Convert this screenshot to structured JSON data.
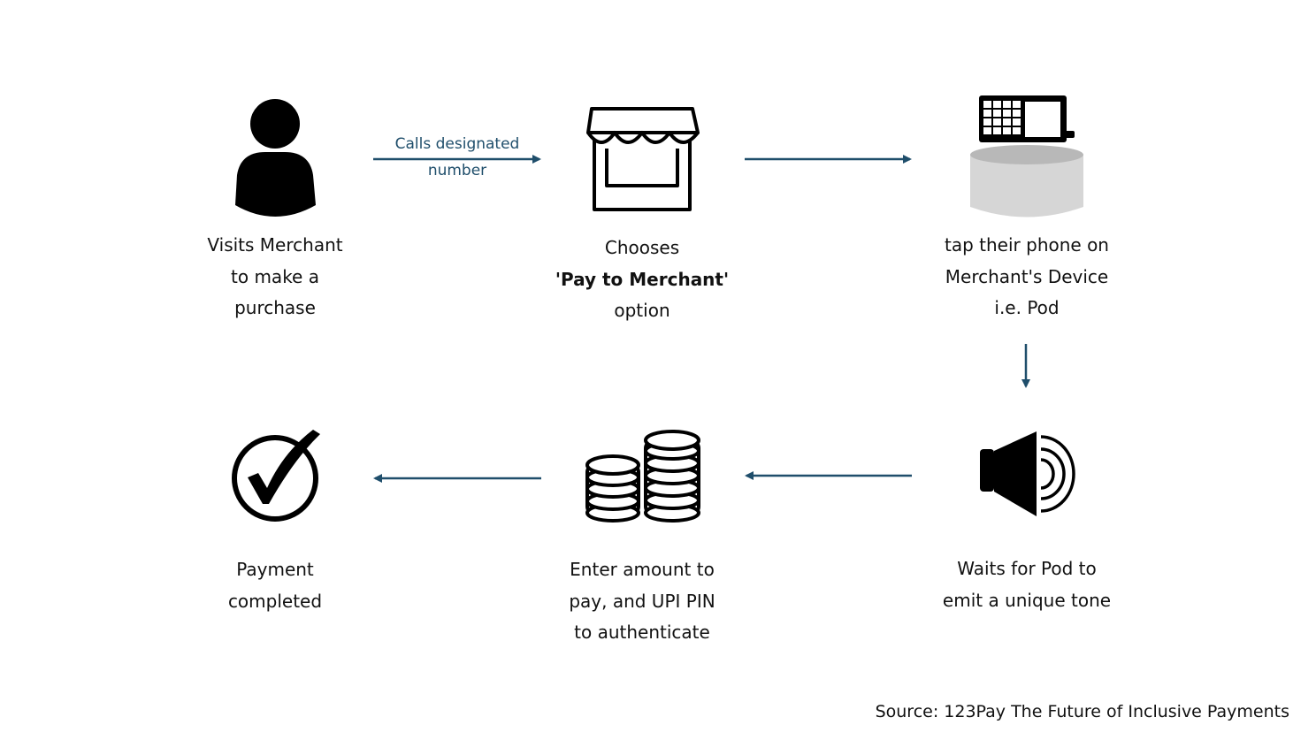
{
  "steps": [
    {
      "id": "visit",
      "icon": "person-icon",
      "lines": [
        "Visits Merchant",
        "to make a",
        "purchase"
      ]
    },
    {
      "id": "choose",
      "icon": "storefront-icon",
      "lines": [
        "Chooses",
        "'Pay to Merchant'",
        "option"
      ]
    },
    {
      "id": "tap",
      "icon": "pos-device-icon",
      "lines": [
        "tap their phone on",
        "Merchant's Device",
        "i.e. Pod"
      ]
    },
    {
      "id": "wait",
      "icon": "speaker-icon",
      "lines": [
        "Waits for Pod to",
        "emit a unique tone"
      ]
    },
    {
      "id": "enter",
      "icon": "coins-icon",
      "lines": [
        "Enter amount to",
        "pay, and UPI PIN",
        "to authenticate"
      ]
    },
    {
      "id": "done",
      "icon": "checkmark-icon",
      "lines": [
        "Payment",
        "completed"
      ]
    }
  ],
  "arrow_label": [
    "Calls designated",
    "number"
  ],
  "source": "Source: 123Pay The Future of Inclusive Payments",
  "colors": {
    "arrow": "#1f4e6b",
    "icon": "#000000",
    "pod_base": "#d6d6d6"
  }
}
